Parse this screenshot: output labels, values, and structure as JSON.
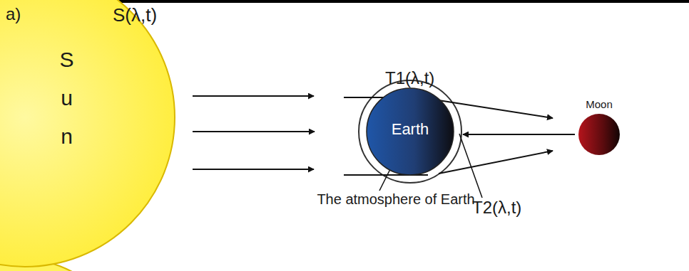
{
  "diagram": {
    "nodes": [
      {
        "text": [
          "S u n"
        ]
      },
      {
        "text": [
          "Earth"
        ]
      },
      {
        "text": [
          "Moon"
        ]
      }
    ],
    "edges": [
      {
        "from": 0,
        "to": 1,
        "arrow": "to"
      },
      {
        "from": 2,
        "to": 1,
        "arrow": "to"
      }
    ],
    "labels": [
      "a)",
      "S(λ,t)",
      "T1(λ,t)",
      "The atmosphere of Earth",
      "T2(λ,t)"
    ]
  }
}
